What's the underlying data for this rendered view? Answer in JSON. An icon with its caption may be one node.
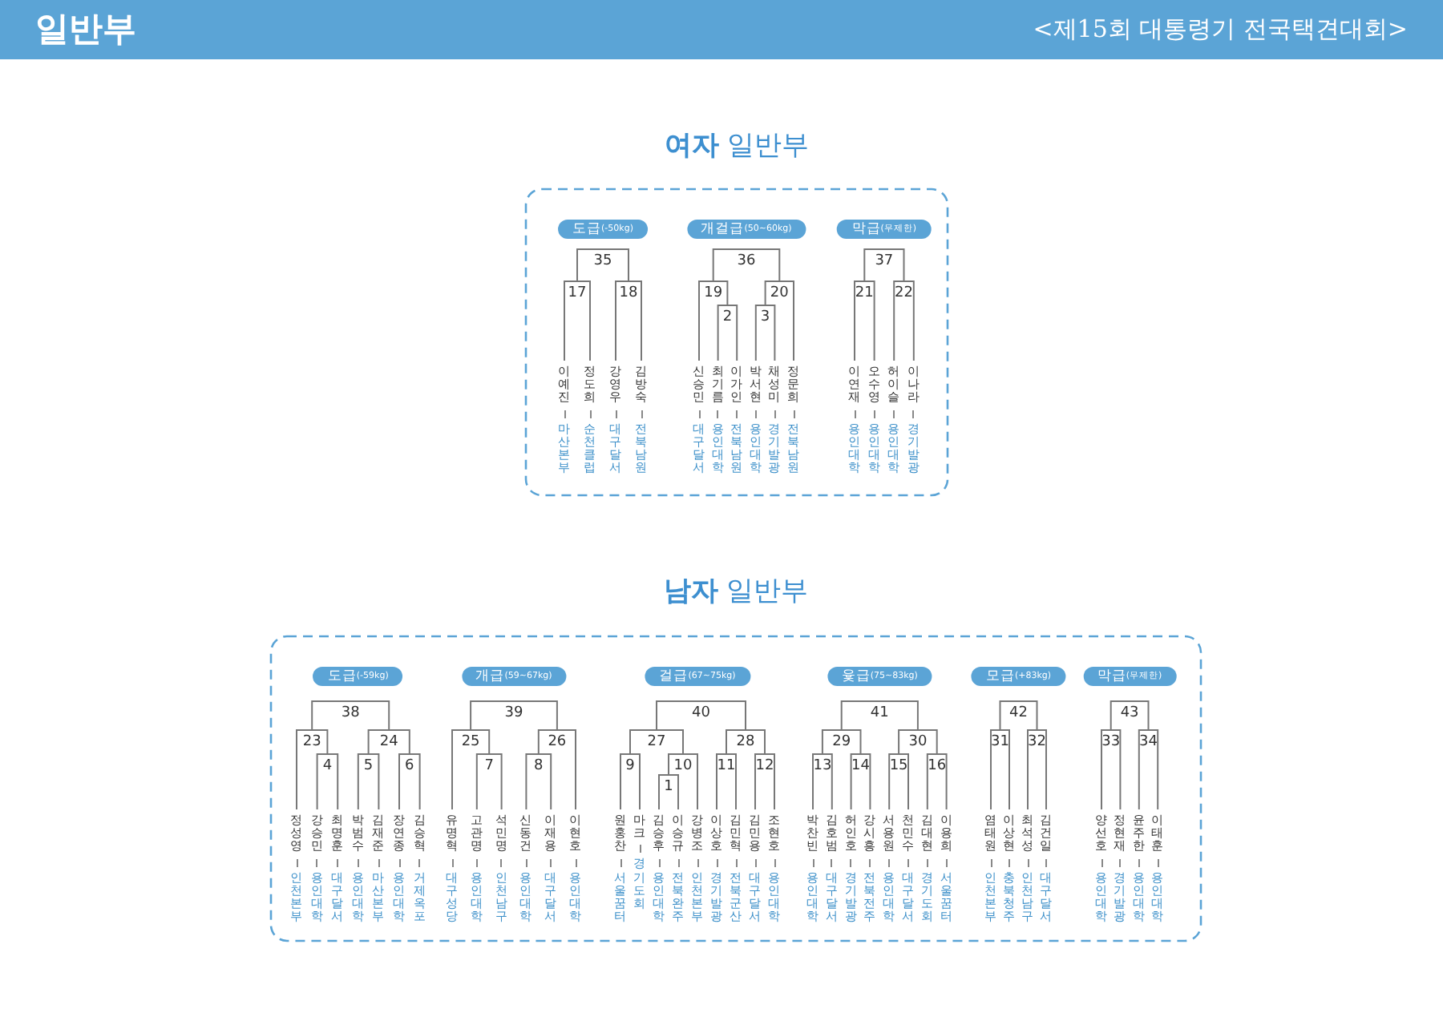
{
  "diagram": {
    "title": "일반부",
    "labels": [
      "<제15회 대통령기 전국택견대회>"
    ],
    "nodes": [
      {
        "text": [
          "**여자** 일반부"
        ]
      },
      {
        "text": [
          "도급",
          "(-50kg)"
        ],
        "in": 0
      },
      {
        "text": [
          "개걸급",
          "(50~60kg)"
        ],
        "in": 0
      },
      {
        "text": [
          "막급",
          "(무제한)"
        ],
        "in": 0
      },
      {
        "text": [
          "35"
        ],
        "in": 0
      },
      {
        "text": [
          "17"
        ],
        "in": 0
      },
      {
        "text": [
          "18"
        ],
        "in": 0
      },
      {
        "text": [
          "이예진",
          "마산본부"
        ],
        "in": 0
      },
      {
        "text": [
          "정도희",
          "순천클럽"
        ],
        "in": 0
      },
      {
        "text": [
          "강영우",
          "대구달서"
        ],
        "in": 0
      },
      {
        "text": [
          "김방숙",
          "전북남원"
        ],
        "in": 0
      },
      {
        "text": [
          "36"
        ],
        "in": 0
      },
      {
        "text": [
          "19"
        ],
        "in": 0
      },
      {
        "text": [
          "2"
        ],
        "in": 0
      },
      {
        "text": [
          "20"
        ],
        "in": 0
      },
      {
        "text": [
          "3"
        ],
        "in": 0
      },
      {
        "text": [
          "신승민",
          "대구달서"
        ],
        "in": 0
      },
      {
        "text": [
          "최기름",
          "용인대학"
        ],
        "in": 0
      },
      {
        "text": [
          "이가인",
          "전북남원"
        ],
        "in": 0
      },
      {
        "text": [
          "박서현",
          "용인대학"
        ],
        "in": 0
      },
      {
        "text": [
          "채성미",
          "경기발광"
        ],
        "in": 0
      },
      {
        "text": [
          "정문희",
          "전북남원"
        ],
        "in": 0
      },
      {
        "text": [
          "37"
        ],
        "in": 0
      },
      {
        "text": [
          "21"
        ],
        "in": 0
      },
      {
        "text": [
          "22"
        ],
        "in": 0
      },
      {
        "text": [
          "이연재",
          "용인대학"
        ],
        "in": 0
      },
      {
        "text": [
          "오수영",
          "용인대학"
        ],
        "in": 0
      },
      {
        "text": [
          "허이슬",
          "용인대학"
        ],
        "in": 0
      },
      {
        "text": [
          "이나라",
          "경기발광"
        ],
        "in": 0
      },
      {
        "text": [
          "**남자** 일반부"
        ]
      },
      {
        "text": [
          "도급",
          "(-59kg)"
        ],
        "in": 29
      },
      {
        "text": [
          "개급",
          "(59~67kg)"
        ],
        "in": 29
      },
      {
        "text": [
          "걸급",
          "(67~75kg)"
        ],
        "in": 29
      },
      {
        "text": [
          "윷급",
          "(75~83kg)"
        ],
        "in": 29
      },
      {
        "text": [
          "모급",
          "(+83kg)"
        ],
        "in": 29
      },
      {
        "text": [
          "막급",
          "(무제한)"
        ],
        "in": 29
      },
      {
        "text": [
          "38"
        ],
        "in": 29
      },
      {
        "text": [
          "23"
        ],
        "in": 29
      },
      {
        "text": [
          "4"
        ],
        "in": 29
      },
      {
        "text": [
          "24"
        ],
        "in": 29
      },
      {
        "text": [
          "5"
        ],
        "in": 29
      },
      {
        "text": [
          "6"
        ],
        "in": 29
      },
      {
        "text": [
          "정성영",
          "인천본부"
        ],
        "in": 29
      },
      {
        "text": [
          "강승민",
          "용인대학"
        ],
        "in": 29
      },
      {
        "text": [
          "최명훈",
          "대구달서"
        ],
        "in": 29
      },
      {
        "text": [
          "박범수",
          "용인대학"
        ],
        "in": 29
      },
      {
        "text": [
          "김재준",
          "마산본부"
        ],
        "in": 29
      },
      {
        "text": [
          "장연종",
          "용인대학"
        ],
        "in": 29
      },
      {
        "text": [
          "김승혁",
          "거제옥포"
        ],
        "in": 29
      },
      {
        "text": [
          "39"
        ],
        "in": 29
      },
      {
        "text": [
          "25"
        ],
        "in": 29
      },
      {
        "text": [
          "7"
        ],
        "in": 29
      },
      {
        "text": [
          "26"
        ],
        "in": 29
      },
      {
        "text": [
          "8"
        ],
        "in": 29
      },
      {
        "text": [
          "유명혁",
          "대구성당"
        ],
        "in": 29
      },
      {
        "text": [
          "고관명",
          "용인대학"
        ],
        "in": 29
      },
      {
        "text": [
          "석민명",
          "인천남구"
        ],
        "in": 29
      },
      {
        "text": [
          "신동건",
          "용인대학"
        ],
        "in": 29
      },
      {
        "text": [
          "이재용",
          "대구달서"
        ],
        "in": 29
      },
      {
        "text": [
          "이현호",
          "용인대학"
        ],
        "in": 29
      },
      {
        "text": [
          "40"
        ],
        "in": 29
      },
      {
        "text": [
          "27"
        ],
        "in": 29
      },
      {
        "text": [
          "9"
        ],
        "in": 29
      },
      {
        "text": [
          "10"
        ],
        "in": 29
      },
      {
        "text": [
          "1"
        ],
        "in": 29
      },
      {
        "text": [
          "28"
        ],
        "in": 29
      },
      {
        "text": [
          "11"
        ],
        "in": 29
      },
      {
        "text": [
          "12"
        ],
        "in": 29
      },
      {
        "text": [
          "원홍찬",
          "서울꿈터"
        ],
        "in": 29
      },
      {
        "text": [
          "마크",
          "경기도회"
        ],
        "in": 29
      },
      {
        "text": [
          "김승후",
          "용인대학"
        ],
        "in": 29
      },
      {
        "text": [
          "이승규",
          "전북완주"
        ],
        "in": 29
      },
      {
        "text": [
          "강병조",
          "인천본부"
        ],
        "in": 29
      },
      {
        "text": [
          "이상호",
          "경기발광"
        ],
        "in": 29
      },
      {
        "text": [
          "김민혁",
          "전북군산"
        ],
        "in": 29
      },
      {
        "text": [
          "김민용",
          "대구달서"
        ],
        "in": 29
      },
      {
        "text": [
          "조현호",
          "용인대학"
        ],
        "in": 29
      },
      {
        "text": [
          "41"
        ],
        "in": 29
      },
      {
        "text": [
          "29"
        ],
        "in": 29
      },
      {
        "text": [
          "13"
        ],
        "in": 29
      },
      {
        "text": [
          "14"
        ],
        "in": 29
      },
      {
        "text": [
          "30"
        ],
        "in": 29
      },
      {
        "text": [
          "15"
        ],
        "in": 29
      },
      {
        "text": [
          "16"
        ],
        "in": 29
      },
      {
        "text": [
          "박찬빈",
          "용인대학"
        ],
        "in": 29
      },
      {
        "text": [
          "김호범",
          "대구달서"
        ],
        "in": 29
      },
      {
        "text": [
          "허인호",
          "경기발광"
        ],
        "in": 29
      },
      {
        "text": [
          "강시흥",
          "전북전주"
        ],
        "in": 29
      },
      {
        "text": [
          "서용원",
          "용인대학"
        ],
        "in": 29
      },
      {
        "text": [
          "천민수",
          "대구달서"
        ],
        "in": 29
      },
      {
        "text": [
          "김대현",
          "경기도회"
        ],
        "in": 29
      },
      {
        "text": [
          "이용희",
          "서울꿈터"
        ],
        "in": 29
      },
      {
        "text": [
          "42"
        ],
        "in": 29
      },
      {
        "text": [
          "31"
        ],
        "in": 29
      },
      {
        "text": [
          "32"
        ],
        "in": 29
      },
      {
        "text": [
          "염태원",
          "인천본부"
        ],
        "in": 29
      },
      {
        "text": [
          "이상현",
          "충북청주"
        ],
        "in": 29
      },
      {
        "text": [
          "최석성",
          "인천남구"
        ],
        "in": 29
      },
      {
        "text": [
          "김건일",
          "대구달서"
        ],
        "in": 29
      },
      {
        "text": [
          "43"
        ],
        "in": 29
      },
      {
        "text": [
          "33"
        ],
        "in": 29
      },
      {
        "text": [
          "34"
        ],
        "in": 29
      },
      {
        "text": [
          "양선호",
          "용인대학"
        ],
        "in": 29
      },
      {
        "text": [
          "정현재",
          "경기발광"
        ],
        "in": 29
      },
      {
        "text": [
          "윤주한",
          "용인대학"
        ],
        "in": 29
      },
      {
        "text": [
          "이태훈",
          "용인대학"
        ],
        "in": 29
      }
    ],
    "edges": [
      {
        "from": 4,
        "to": 5,
        "arrow": "none"
      },
      {
        "from": 4,
        "to": 6,
        "arrow": "none"
      },
      {
        "from": 5,
        "to": 7,
        "arrow": "none"
      },
      {
        "from": 5,
        "to": 8,
        "arrow": "none"
      },
      {
        "from": 6,
        "to": 9,
        "arrow": "none"
      },
      {
        "from": 6,
        "to": 10,
        "arrow": "none"
      },
      {
        "from": 11,
        "to": 12,
        "arrow": "none"
      },
      {
        "from": 11,
        "to": 14,
        "arrow": "none"
      },
      {
        "from": 12,
        "to": 16,
        "arrow": "none"
      },
      {
        "from": 12,
        "to": 13,
        "arrow": "none"
      },
      {
        "from": 13,
        "to": 17,
        "arrow": "none"
      },
      {
        "from": 13,
        "to": 18,
        "arrow": "none"
      },
      {
        "from": 14,
        "to": 15,
        "arrow": "none"
      },
      {
        "from": 14,
        "to": 21,
        "arrow": "none"
      },
      {
        "from": 15,
        "to": 19,
        "arrow": "none"
      },
      {
        "from": 15,
        "to": 20,
        "arrow": "none"
      },
      {
        "from": 22,
        "to": 23,
        "arrow": "none"
      },
      {
        "from": 22,
        "to": 24,
        "arrow": "none"
      },
      {
        "from": 23,
        "to": 25,
        "arrow": "none"
      },
      {
        "from": 23,
        "to": 26,
        "arrow": "none"
      },
      {
        "from": 24,
        "to": 27,
        "arrow": "none"
      },
      {
        "from": 24,
        "to": 28,
        "arrow": "none"
      },
      {
        "from": 36,
        "to": 37,
        "arrow": "none"
      },
      {
        "from": 36,
        "to": 39,
        "arrow": "none"
      },
      {
        "from": 37,
        "to": 42,
        "arrow": "none"
      },
      {
        "from": 37,
        "to": 38,
        "arrow": "none"
      },
      {
        "from": 38,
        "to": 43,
        "arrow": "none"
      },
      {
        "from": 38,
        "to": 44,
        "arrow": "none"
      },
      {
        "from": 39,
        "to": 40,
        "arrow": "none"
      },
      {
        "from": 39,
        "to": 41,
        "arrow": "none"
      },
      {
        "from": 40,
        "to": 45,
        "arrow": "none"
      },
      {
        "from": 40,
        "to": 46,
        "arrow": "none"
      },
      {
        "from": 41,
        "to": 47,
        "arrow": "none"
      },
      {
        "from": 41,
        "to": 48,
        "arrow": "none"
      },
      {
        "from": 49,
        "to": 50,
        "arrow": "none"
      },
      {
        "from": 49,
        "to": 52,
        "arrow": "none"
      },
      {
        "from": 50,
        "to": 54,
        "arrow": "none"
      },
      {
        "from": 50,
        "to": 51,
        "arrow": "none"
      },
      {
        "from": 51,
        "to": 55,
        "arrow": "none"
      },
      {
        "from": 51,
        "to": 56,
        "arrow": "none"
      },
      {
        "from": 52,
        "to": 53,
        "arrow": "none"
      },
      {
        "from": 52,
        "to": 59,
        "arrow": "none"
      },
      {
        "from": 53,
        "to": 57,
        "arrow": "none"
      },
      {
        "from": 53,
        "to": 58,
        "arrow": "none"
      },
      {
        "from": 60,
        "to": 61,
        "arrow": "none"
      },
      {
        "from": 60,
        "to": 65,
        "arrow": "none"
      },
      {
        "from": 61,
        "to": 62,
        "arrow": "none"
      },
      {
        "from": 61,
        "to": 63,
        "arrow": "none"
      },
      {
        "from": 62,
        "to": 68,
        "arrow": "none"
      },
      {
        "from": 62,
        "to": 69,
        "arrow": "none"
      },
      {
        "from": 63,
        "to": 64,
        "arrow": "none"
      },
      {
        "from": 63,
        "to": 72,
        "arrow": "none"
      },
      {
        "from": 64,
        "to": 70,
        "arrow": "none"
      },
      {
        "from": 64,
        "to": 71,
        "arrow": "none"
      },
      {
        "from": 65,
        "to": 66,
        "arrow": "none"
      },
      {
        "from": 65,
        "to": 67,
        "arrow": "none"
      },
      {
        "from": 66,
        "to": 73,
        "arrow": "none"
      },
      {
        "from": 66,
        "to": 74,
        "arrow": "none"
      },
      {
        "from": 67,
        "to": 75,
        "arrow": "none"
      },
      {
        "from": 67,
        "to": 76,
        "arrow": "none"
      },
      {
        "from": 77,
        "to": 78,
        "arrow": "none"
      },
      {
        "from": 77,
        "to": 81,
        "arrow": "none"
      },
      {
        "from": 78,
        "to": 79,
        "arrow": "none"
      },
      {
        "from": 78,
        "to": 80,
        "arrow": "none"
      },
      {
        "from": 79,
        "to": 84,
        "arrow": "none"
      },
      {
        "from": 79,
        "to": 85,
        "arrow": "none"
      },
      {
        "from": 80,
        "to": 86,
        "arrow": "none"
      },
      {
        "from": 80,
        "to": 87,
        "arrow": "none"
      },
      {
        "from": 81,
        "to": 82,
        "arrow": "none"
      },
      {
        "from": 81,
        "to": 83,
        "arrow": "none"
      },
      {
        "from": 82,
        "to": 88,
        "arrow": "none"
      },
      {
        "from": 82,
        "to": 89,
        "arrow": "none"
      },
      {
        "from": 83,
        "to": 90,
        "arrow": "none"
      },
      {
        "from": 83,
        "to": 91,
        "arrow": "none"
      },
      {
        "from": 92,
        "to": 93,
        "arrow": "none"
      },
      {
        "from": 92,
        "to": 94,
        "arrow": "none"
      },
      {
        "from": 93,
        "to": 95,
        "arrow": "none"
      },
      {
        "from": 93,
        "to": 96,
        "arrow": "none"
      },
      {
        "from": 94,
        "to": 97,
        "arrow": "none"
      },
      {
        "from": 94,
        "to": 98,
        "arrow": "none"
      },
      {
        "from": 99,
        "to": 100,
        "arrow": "none"
      },
      {
        "from": 99,
        "to": 101,
        "arrow": "none"
      },
      {
        "from": 100,
        "to": 102,
        "arrow": "none"
      },
      {
        "from": 100,
        "to": 103,
        "arrow": "none"
      },
      {
        "from": 101,
        "to": 104,
        "arrow": "none"
      },
      {
        "from": 101,
        "to": 105,
        "arrow": "none"
      }
    ]
  }
}
